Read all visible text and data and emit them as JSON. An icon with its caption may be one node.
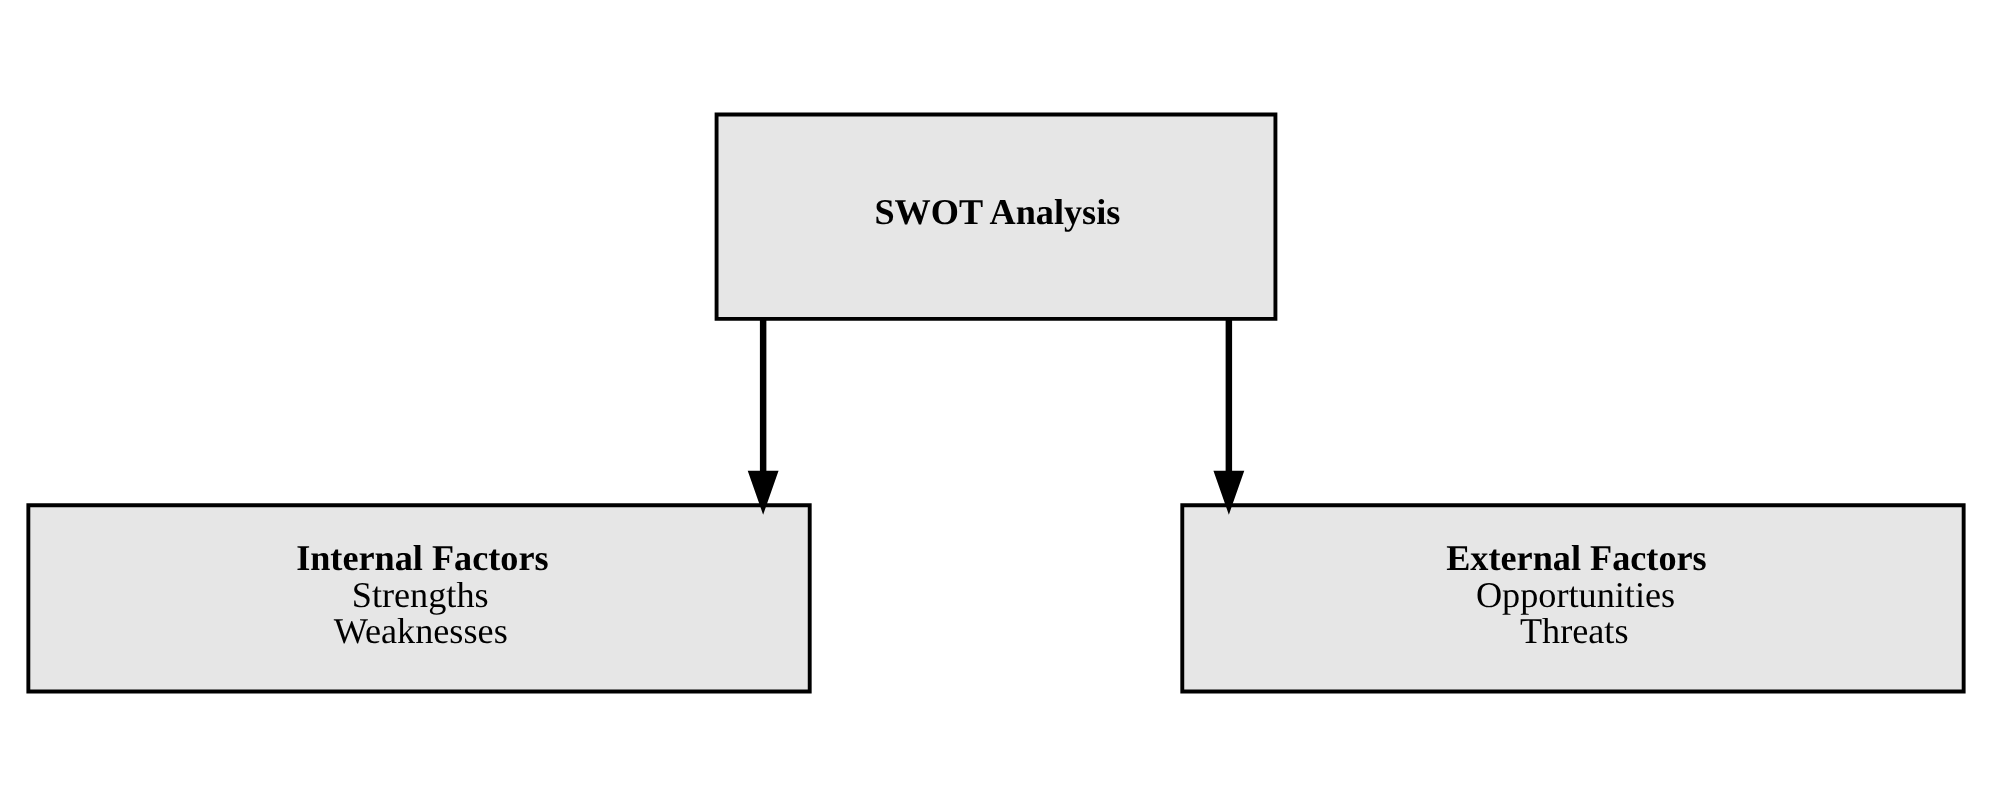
{
  "diagram": {
    "nodes": [
      {
        "text": [
          "SWOT Analysis"
        ]
      },
      {
        "text": [
          "Internal Factors",
          "Strengths",
          "Weaknesses"
        ]
      },
      {
        "text": [
          "External Factors",
          "Opportunities",
          "Threats"
        ]
      }
    ],
    "edges": [
      {
        "from": 0,
        "to": 1,
        "arrow": "to"
      },
      {
        "from": 0,
        "to": 2,
        "arrow": "to"
      }
    ]
  }
}
